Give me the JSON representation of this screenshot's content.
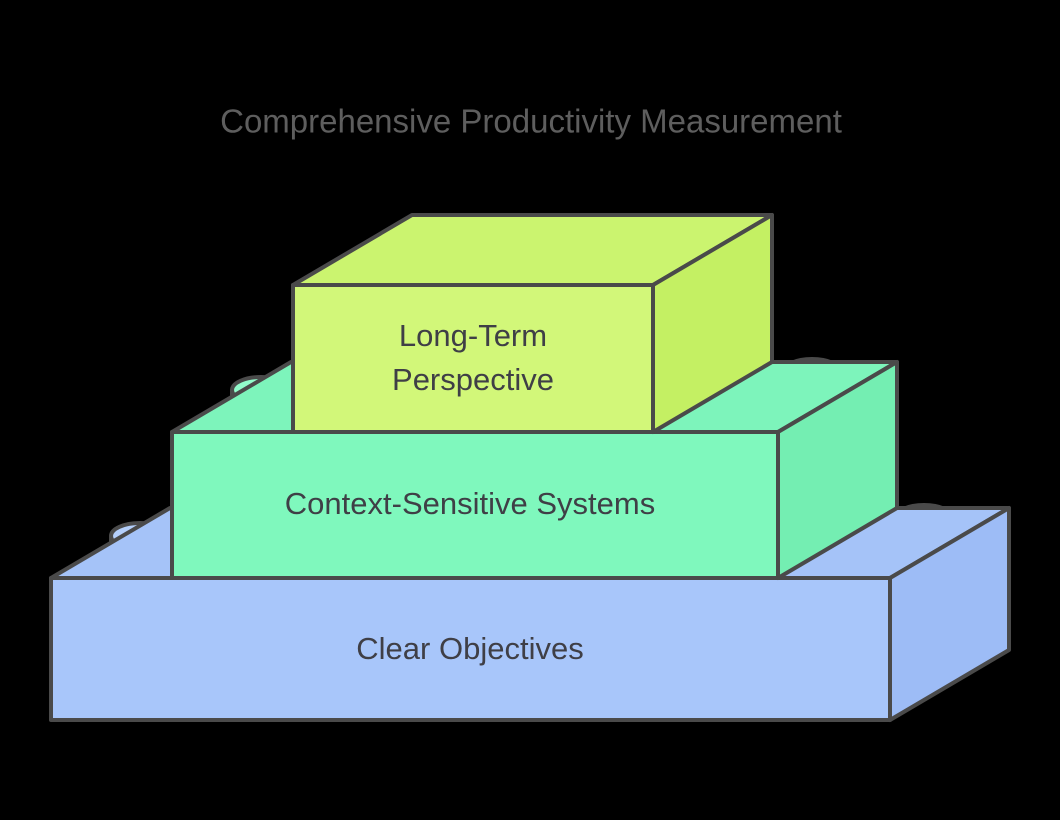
{
  "title": "Comprehensive Productivity Measurement",
  "colors": {
    "background": "#000000",
    "title_text": "#5e5e5e",
    "label_text": "#3f3f46",
    "outline": "#4a4a4a",
    "top_block_front": "#d2f779",
    "top_block_top": "#cbf46f",
    "top_block_side": "#c4f063",
    "middle_block_front": "#7ff8bd",
    "middle_block_top": "#7df4bb",
    "middle_block_side": "#74eeb2",
    "bottom_block_front": "#a8c6fa",
    "bottom_block_top": "#a5c3f8",
    "bottom_block_side": "#9dbcf6"
  },
  "chart_data": {
    "type": "diagram",
    "subtype": "isometric-lego-stack-pyramid",
    "title": "Comprehensive Productivity Measurement",
    "orientation": "bottom-to-top (foundation to apex)",
    "levels": [
      {
        "index": 1,
        "position": "bottom",
        "label": "Clear Objectives",
        "color": "#a8c6fa",
        "color_name": "light blue",
        "relative_width": 1.0,
        "visible_studs": 3,
        "stud_positions": [
          "left-front",
          "right-back-1",
          "right-back-2"
        ]
      },
      {
        "index": 2,
        "position": "middle",
        "label": "Context-Sensitive Systems",
        "color": "#7ff8bd",
        "color_name": "mint green",
        "relative_width": 0.72,
        "visible_studs": 3,
        "stud_positions": [
          "left-front",
          "right-front",
          "right-back"
        ]
      },
      {
        "index": 3,
        "position": "top",
        "label": "Long-Term Perspective",
        "color": "#d2f779",
        "color_name": "yellow-green",
        "relative_width": 0.5,
        "visible_studs": 8,
        "stud_positions": [
          "back-row-x4",
          "front-row-x4"
        ]
      }
    ],
    "legend": [],
    "annotations": []
  },
  "levels": {
    "top": {
      "label_line1": "Long-Term",
      "label_line2": "Perspective"
    },
    "middle": {
      "label": "Context-Sensitive Systems"
    },
    "bottom": {
      "label": "Clear Objectives"
    }
  }
}
